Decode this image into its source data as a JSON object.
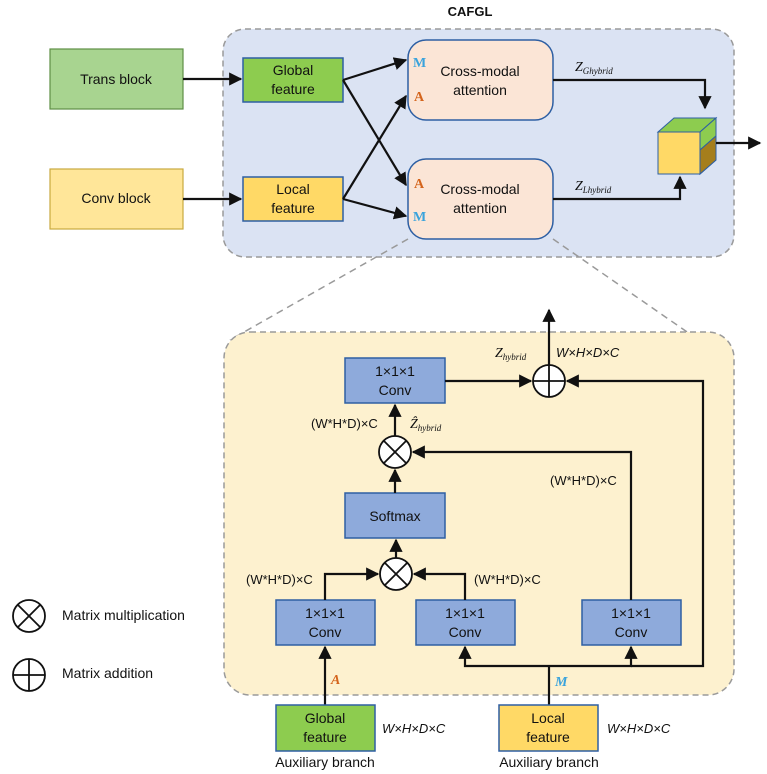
{
  "title": "CAFGL",
  "top": {
    "trans_block": "Trans block",
    "conv_block": "Conv block",
    "global_feature": [
      "Global",
      "feature"
    ],
    "local_feature": [
      "Local",
      "feature"
    ],
    "cross_modal_1": [
      "Cross-modal",
      "attention"
    ],
    "cross_modal_2": [
      "Cross-modal",
      "attention"
    ],
    "z_ghybrid": {
      "main": "Z",
      "sub": "Ghybrid"
    },
    "z_lhybrid": {
      "main": "Z",
      "sub": "Lhybrid"
    },
    "tag_m": "M",
    "tag_a": "A"
  },
  "bottom": {
    "conv_top": [
      "1×1×1",
      "Conv"
    ],
    "softmax": "Softmax",
    "conv_left": [
      "1×1×1",
      "Conv"
    ],
    "conv_mid": [
      "1×1×1",
      "Conv"
    ],
    "conv_right": [
      "1×1×1",
      "Conv"
    ],
    "z_hybrid": {
      "main": "Z",
      "sub": "hybrid"
    },
    "z_hat_hybrid": {
      "main": "Ẑ",
      "sub": "hybrid"
    },
    "dim_out": "W×H×D×C",
    "dim_whdc_1": "(W*H*D)×C",
    "dim_whdc_right": "(W*H*D)×C",
    "dim_whdc_left": "(W*H*D)×C",
    "dim_whdc_mid": "(W*H*D)×C",
    "global_feature": [
      "Global",
      "feature"
    ],
    "local_feature": [
      "Local",
      "feature"
    ],
    "dim_global": "W×H×D×C",
    "dim_local": "W×H×D×C",
    "aux_left": "Auxiliary branch",
    "aux_right": "Auxiliary branch",
    "tag_a": "A",
    "tag_m": "M"
  },
  "legend": {
    "mult": "Matrix multiplication",
    "add": "Matrix addition"
  },
  "colors": {
    "green": "#8dcc4f",
    "green_light": "#a8d490",
    "yellow": "#ffd966",
    "yellow_light": "#ffe699",
    "blue_block": "#8eaadb",
    "cafgl_bg": "#dbe3f3",
    "detail_bg": "#fdf1cf",
    "attn_bg": "#fbe5d6"
  }
}
